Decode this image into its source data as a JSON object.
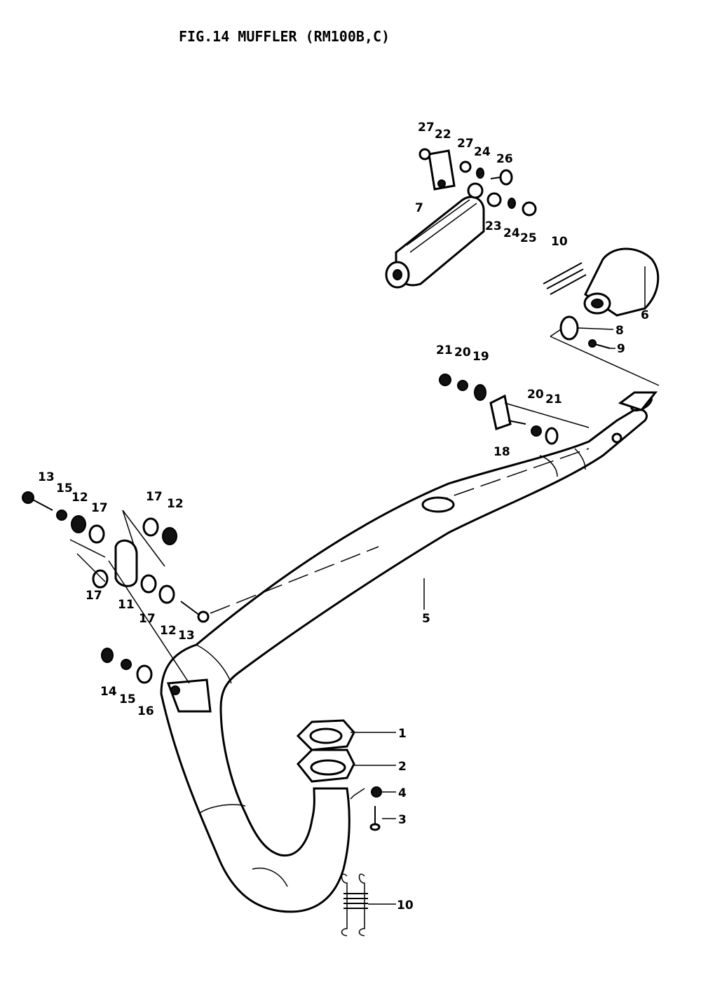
{
  "title": "FIG.14  MUFFLER (RM100B,C)",
  "callouts": {
    "c1": "1",
    "c2": "2",
    "c3": "3",
    "c4": "4",
    "c5": "5",
    "c6": "6",
    "c7": "7",
    "c8": "8",
    "c9": "9",
    "c10a": "10",
    "c10b": "10",
    "c11": "11",
    "c12a": "12",
    "c12b": "12",
    "c12c": "12",
    "c13a": "13",
    "c13b": "13",
    "c14": "14",
    "c15a": "15",
    "c15b": "15",
    "c16": "16",
    "c17a": "17",
    "c17b": "17",
    "c17c": "17",
    "c17d": "17",
    "c18": "18",
    "c19": "19",
    "c20a": "20",
    "c20b": "20",
    "c21a": "21",
    "c21b": "21",
    "c22": "22",
    "c23": "23",
    "c24a": "24",
    "c24b": "24",
    "c25": "25",
    "c26": "26",
    "c27a": "27",
    "c27b": "27"
  }
}
